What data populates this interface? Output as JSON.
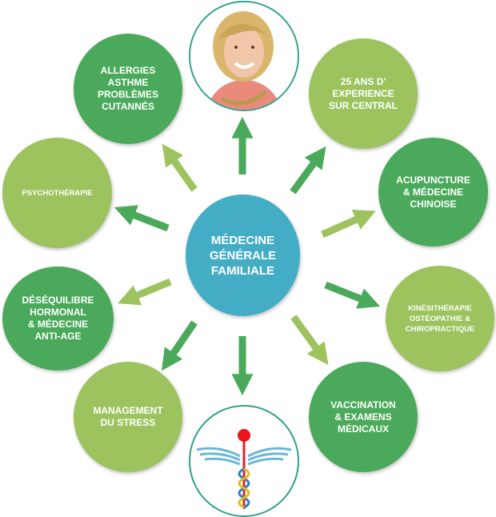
{
  "center": {
    "label": "MÉDECINE\nGÉNÉRALE\nFAMILIALE"
  },
  "nodes": [
    {
      "label": "ALLERGIES\nASTHME\nPROBLÈMES\nCUTANNÉS"
    },
    {
      "label": "25 ANS D'\nEXPERIENCE\nSUR CENTRAL"
    },
    {
      "label": "PSYCHOTHÉRAPIE"
    },
    {
      "label": "ACUPUNCTURE\n& MÉDECINE\nCHINOISE"
    },
    {
      "label": "DÉSÉQUILIBRE\nHORMONAL\n& MÉDECINE\nANTI-AGE"
    },
    {
      "label": "KINÉSITHÉRAPIE\nOSTÉOPATHIE &\nCHIROPRACTIQUE"
    },
    {
      "label": "MANAGEMENT\nDU STRESS"
    },
    {
      "label": "VACCINATION\n& EXAMENS\nMÉDICAUX"
    }
  ],
  "colors": {
    "dark_green": "#4aa95a",
    "light_green": "#9cc35e",
    "blue": "#43adc6",
    "ring": "#2fa08a"
  },
  "icons": {
    "top": "doctor-portrait",
    "bottom": "caduceus-icon"
  }
}
